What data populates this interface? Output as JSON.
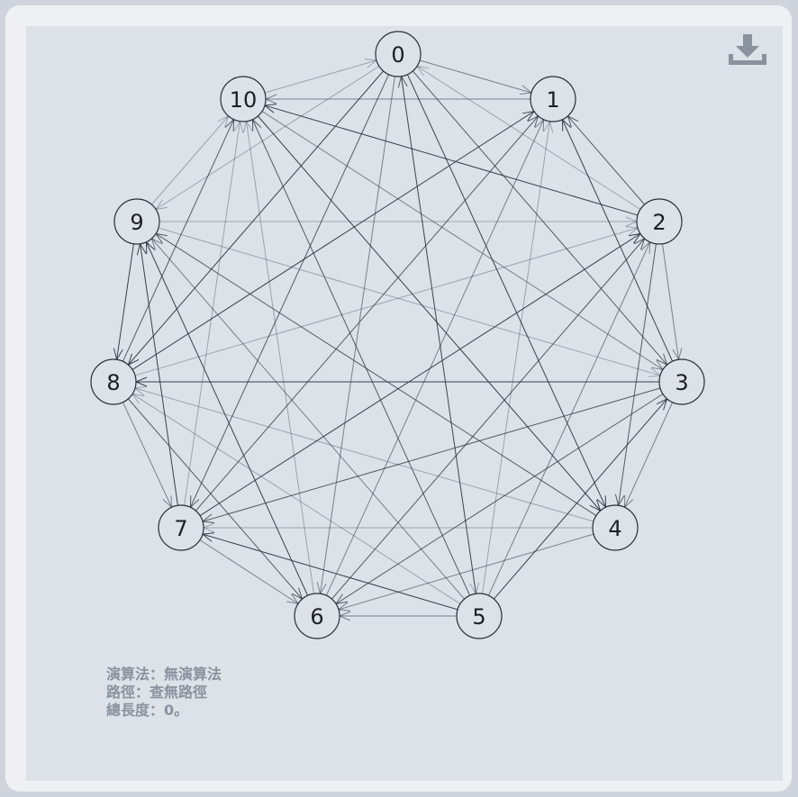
{
  "graph": {
    "nodes": [
      {
        "id": "0",
        "label": "0"
      },
      {
        "id": "1",
        "label": "1"
      },
      {
        "id": "2",
        "label": "2"
      },
      {
        "id": "3",
        "label": "3"
      },
      {
        "id": "4",
        "label": "4"
      },
      {
        "id": "5",
        "label": "5"
      },
      {
        "id": "6",
        "label": "6"
      },
      {
        "id": "7",
        "label": "7"
      },
      {
        "id": "8",
        "label": "8"
      },
      {
        "id": "9",
        "label": "9"
      },
      {
        "id": "10",
        "label": "10"
      }
    ],
    "edges": [
      [
        "10",
        "0"
      ],
      [
        "0",
        "1"
      ],
      [
        "0",
        "3"
      ],
      [
        "0",
        "4"
      ],
      [
        "0",
        "5"
      ],
      [
        "0",
        "6"
      ],
      [
        "0",
        "7"
      ],
      [
        "0",
        "8"
      ],
      [
        "0",
        "9"
      ],
      [
        "1",
        "10"
      ],
      [
        "2",
        "1"
      ],
      [
        "3",
        "1"
      ],
      [
        "5",
        "1"
      ],
      [
        "6",
        "1"
      ],
      [
        "7",
        "1"
      ],
      [
        "8",
        "1"
      ],
      [
        "2",
        "0"
      ],
      [
        "2",
        "3"
      ],
      [
        "2",
        "4"
      ],
      [
        "2",
        "10"
      ],
      [
        "9",
        "2"
      ],
      [
        "5",
        "2"
      ],
      [
        "6",
        "2"
      ],
      [
        "7",
        "2"
      ],
      [
        "8",
        "2"
      ],
      [
        "3",
        "4"
      ],
      [
        "3",
        "7"
      ],
      [
        "3",
        "8"
      ],
      [
        "9",
        "3"
      ],
      [
        "10",
        "3"
      ],
      [
        "3",
        "6"
      ],
      [
        "5",
        "3"
      ],
      [
        "4",
        "7"
      ],
      [
        "4",
        "6"
      ],
      [
        "4",
        "9"
      ],
      [
        "10",
        "4"
      ],
      [
        "4",
        "8"
      ],
      [
        "5",
        "6"
      ],
      [
        "5",
        "0"
      ],
      [
        "5",
        "7"
      ],
      [
        "5",
        "8"
      ],
      [
        "5",
        "9"
      ],
      [
        "5",
        "10"
      ],
      [
        "6",
        "9"
      ],
      [
        "6",
        "10"
      ],
      [
        "7",
        "6"
      ],
      [
        "8",
        "6"
      ],
      [
        "7",
        "9"
      ],
      [
        "7",
        "10"
      ],
      [
        "8",
        "7"
      ],
      [
        "8",
        "10"
      ],
      [
        "9",
        "8"
      ],
      [
        "9",
        "10"
      ]
    ]
  },
  "info": {
    "algorithm": "演算法：無演算法",
    "path": "路徑：查無路徑",
    "total_length": "總長度：0。"
  },
  "icons": {
    "download": "download-icon"
  },
  "colors": {
    "background": "#dde1e8",
    "edge": "#2b2f36",
    "icon": "#8a929e"
  }
}
